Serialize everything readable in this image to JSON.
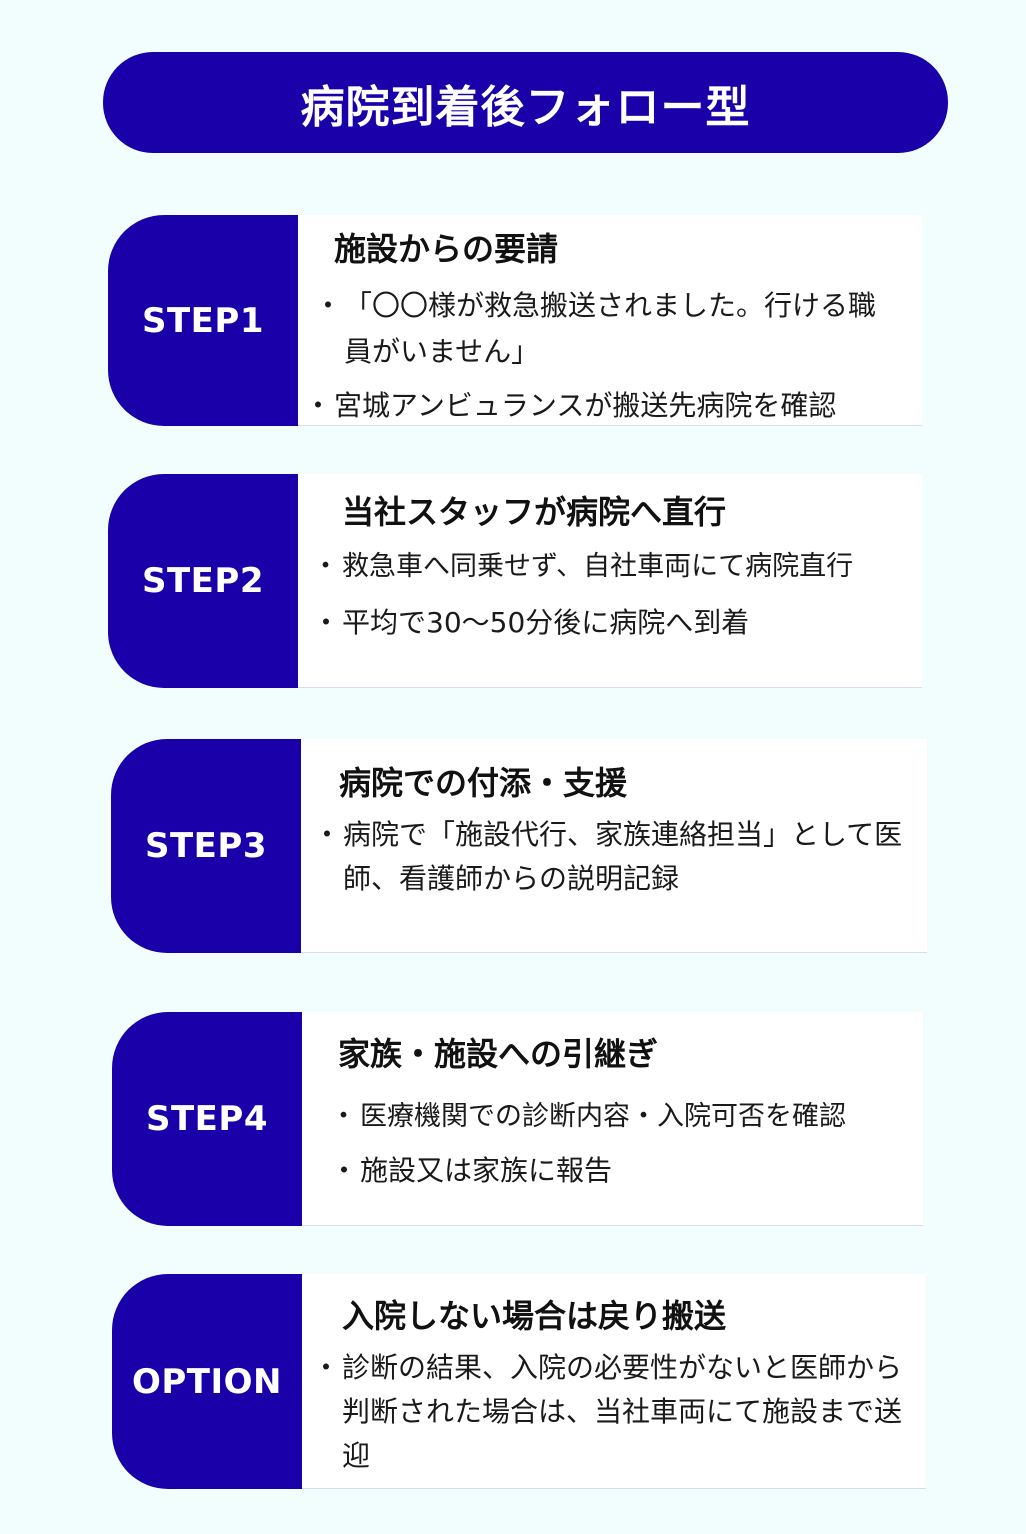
{
  "header": {
    "title": "病院到着後フォロー型"
  },
  "colors": {
    "primary": "#1A00A8",
    "background": "#F2FEFE",
    "card": "#FFFFFF",
    "text": "#111111"
  },
  "steps": [
    {
      "label": "STEP1",
      "heading": "施設からの要請",
      "bullets": [
        "「〇〇様が救急搬送されました。行ける職員がいません」",
        "宮城アンビュランスが搬送先病院を確認"
      ]
    },
    {
      "label": "STEP2",
      "heading": "当社スタッフが病院へ直行",
      "bullets": [
        "救急車へ同乗せず、自社車両にて病院直行",
        "平均で30〜50分後に病院へ到着"
      ]
    },
    {
      "label": "STEP3",
      "heading": "病院での付添・支援",
      "bullets": [
        "病院で「施設代行、家族連絡担当」として医師、看護師からの説明記録"
      ]
    },
    {
      "label": "STEP4",
      "heading": "家族・施設への引継ぎ",
      "bullets": [
        "医療機関での診断内容・入院可否を確認",
        "施設又は家族に報告"
      ]
    },
    {
      "label": "OPTION",
      "heading": "入院しない場合は戻り搬送",
      "bullets": [
        "診断の結果、入院の必要性がないと医師から判断された場合は、当社車両にて施設まで送迎"
      ]
    }
  ]
}
